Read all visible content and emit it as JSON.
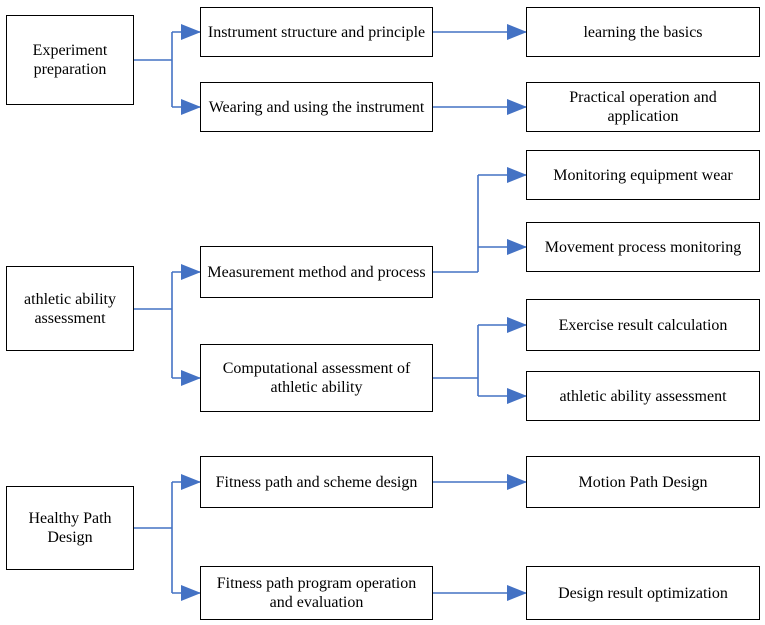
{
  "diagram": {
    "line_color": "#4472c4",
    "border_color": "#000000",
    "groups": [
      {
        "root": {
          "label": "Experiment preparation"
        },
        "branches": [
          {
            "label": "Instrument structure and principle",
            "leaves": [
              "learning the basics"
            ]
          },
          {
            "label": "Wearing and using the instrument",
            "leaves": [
              "Practical operation and application"
            ]
          }
        ]
      },
      {
        "root": {
          "label": "athletic ability assessment"
        },
        "branches": [
          {
            "label": "Measurement method and process",
            "leaves": [
              "Monitoring equipment wear",
              "Movement process monitoring"
            ]
          },
          {
            "label": "Computational assessment of athletic ability",
            "leaves": [
              "Exercise result calculation",
              "athletic ability assessment"
            ]
          }
        ]
      },
      {
        "root": {
          "label": "Healthy Path Design"
        },
        "branches": [
          {
            "label": "Fitness path and scheme design",
            "leaves": [
              "Motion Path Design"
            ]
          },
          {
            "label": "Fitness path program operation and evaluation",
            "leaves": [
              "Design result optimization"
            ]
          }
        ]
      }
    ]
  }
}
